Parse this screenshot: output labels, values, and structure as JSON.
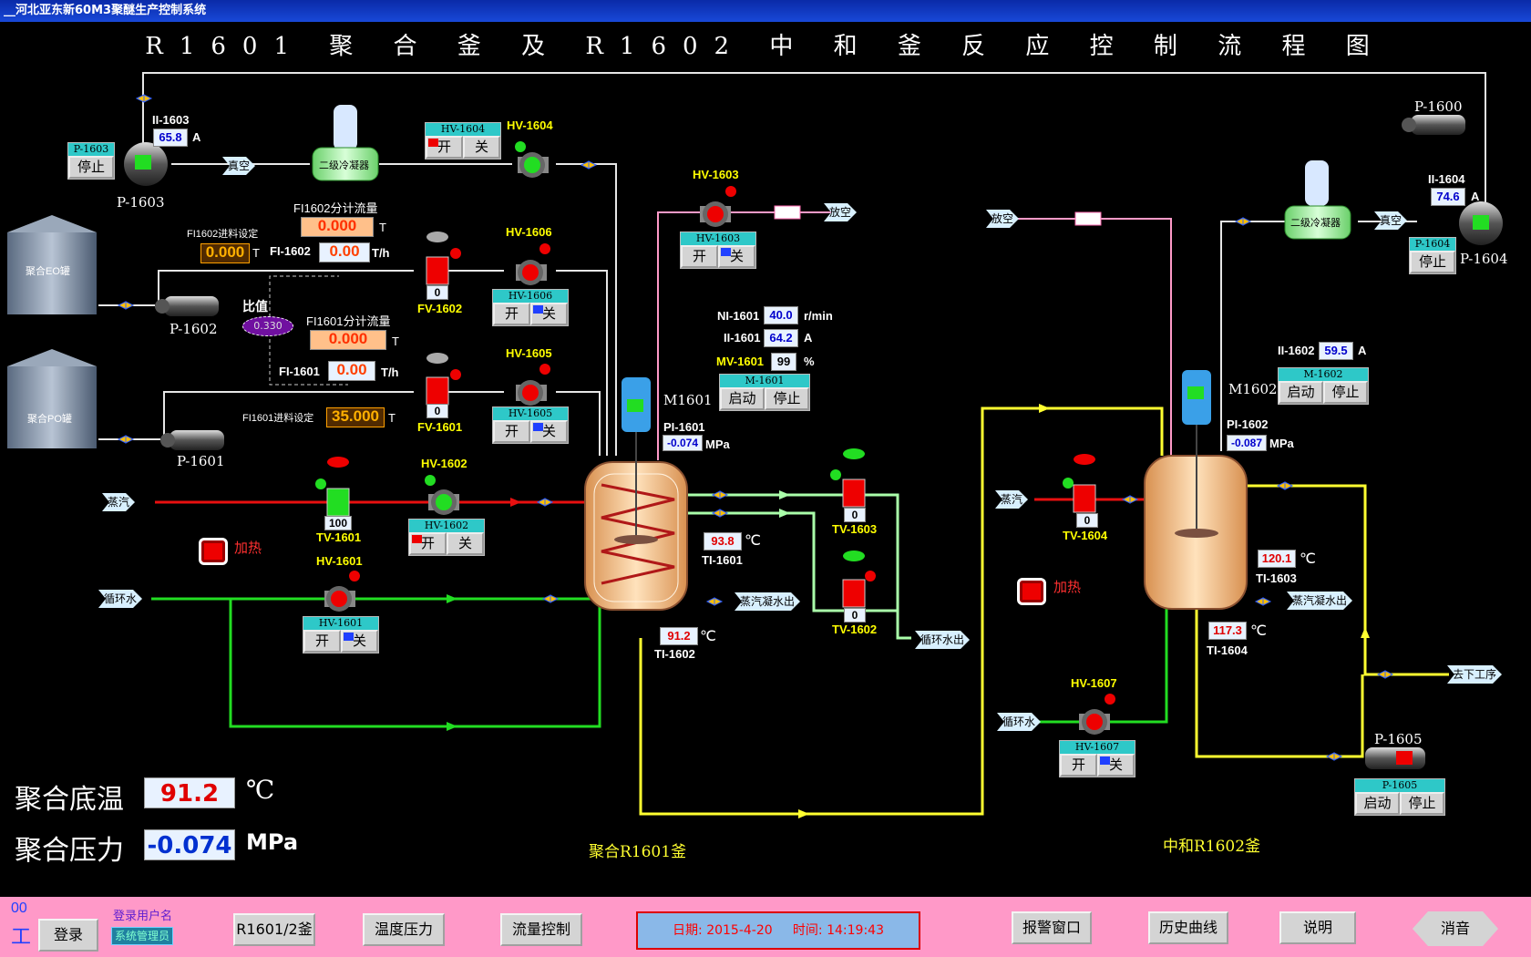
{
  "window": {
    "title": "__河北亚东新60M3聚醚生产控制系统"
  },
  "main_title": "R1601 聚 合 釜 及 R1602 中 和 釜 反 应 控 制 流 程 图",
  "tags": {
    "vacuum": "真空",
    "vent": "放空",
    "steam": "蒸汽",
    "cooling_water": "循环水",
    "condensate_out": "蒸汽凝水出",
    "cooling_out": "循环水出",
    "to_next": "去下工序",
    "condenser": "二级冷凝器"
  },
  "silos": {
    "eo": "聚合EO罐",
    "po": "聚合PO罐"
  },
  "pumps": {
    "p1603": {
      "label": "P-1603",
      "header": "P-1603",
      "btn": "停止",
      "current_tag": "II-1603",
      "current": "65.8",
      "unit": "A"
    },
    "p1604": {
      "label": "P-1604",
      "header": "P-1604",
      "btn": "停止",
      "current_tag": "II-1604",
      "current": "74.6",
      "unit": "A"
    },
    "p1602": {
      "label": "P-1602"
    },
    "p1601": {
      "label": "P-1601"
    },
    "p1600": {
      "label": "P-1600"
    },
    "p1605": {
      "label": "P-1605",
      "header": "P-1605",
      "start": "启动",
      "stop": "停止"
    }
  },
  "flows": {
    "fi1602_total_label": "FI1602分计流量",
    "fi1602_total": "0.000",
    "fi1602_total_unit": "T",
    "fi1602_set_label": "FI1602进料设定",
    "fi1602_set": "0.000",
    "fi1602_set_unit": "T",
    "fi1602_tag": "FI-1602",
    "fi1602": "0.00",
    "fi1602_unit": "T/h",
    "fi1601_total_label": "FI1601分计流量",
    "fi1601_total": "0.000",
    "fi1601_total_unit": "T",
    "fi1601_set_label": "FI1601进料设定",
    "fi1601_set": "35.000",
    "fi1601_set_unit": "T",
    "fi1601_tag": "FI-1601",
    "fi1601": "0.00",
    "fi1601_unit": "T/h",
    "ratio_label": "比值",
    "ratio": "0.330"
  },
  "valves": {
    "hv1604": {
      "tag": "HV-1604",
      "open": "开",
      "close": "关"
    },
    "hv1603": {
      "tag": "HV-1603",
      "open": "开",
      "close": "关"
    },
    "hv1606": {
      "tag": "HV-1606",
      "open": "开",
      "close": "关"
    },
    "hv1605": {
      "tag": "HV-1605",
      "open": "开",
      "close": "关"
    },
    "hv1602": {
      "tag": "HV-1602",
      "open": "开",
      "close": "关"
    },
    "hv1601": {
      "tag": "HV-1601",
      "open": "开",
      "close": "关"
    },
    "hv1607": {
      "tag": "HV-1607",
      "open": "开",
      "close": "关"
    },
    "fv1602": {
      "tag": "FV-1602",
      "value": "0"
    },
    "fv1601": {
      "tag": "FV-1601",
      "value": "0"
    },
    "tv1601": {
      "tag": "TV-1601",
      "value": "100"
    },
    "tv1603": {
      "tag": "TV-1603",
      "value": "0"
    },
    "tv1602": {
      "tag": "TV-1602",
      "value": "0"
    },
    "tv1604": {
      "tag": "TV-1604",
      "value": "0"
    }
  },
  "r1601": {
    "name": "聚合R1601釜",
    "motor": "M1601",
    "motor_header": "M-1601",
    "start": "启动",
    "stop": "停止",
    "ni_tag": "NI-1601",
    "ni": "40.0",
    "ni_unit": "r/min",
    "ii_tag": "II-1601",
    "ii": "64.2",
    "ii_unit": "A",
    "mv_tag": "MV-1601",
    "mv": "99",
    "mv_unit": "%",
    "pi_tag": "PI-1601",
    "pi": "-0.074",
    "pi_unit": "MPa",
    "ti1601_tag": "TI-1601",
    "ti1601": "93.8",
    "ti_unit": "℃",
    "ti1602_tag": "TI-1602",
    "ti1602": "91.2",
    "heat": "加热"
  },
  "r1602": {
    "name": "中和R1602釜",
    "motor": "M1602",
    "motor_header": "M-1602",
    "start": "启动",
    "stop": "停止",
    "ii_tag": "II-1602",
    "ii": "59.5",
    "ii_unit": "A",
    "pi_tag": "PI-1602",
    "pi": "-0.087",
    "pi_unit": "MPa",
    "ti1603_tag": "TI-1603",
    "ti1603": "120.1",
    "ti_unit": "℃",
    "ti1604_tag": "TI-1604",
    "ti1604": "117.3",
    "heat": "加热"
  },
  "summary": {
    "temp_label": "聚合底温",
    "temp": "91.2",
    "temp_unit": "℃",
    "press_label": "聚合压力",
    "press": "-0.074",
    "press_unit": "MPa"
  },
  "bottom": {
    "logo": "00",
    "logo2": "工",
    "login": "登录",
    "user_label": "登录用户名",
    "user": "系统管理员",
    "nav": [
      "R1601/2釜",
      "温度压力",
      "流量控制"
    ],
    "date_label": "日期:",
    "date": "2015-4-20",
    "time_label": "时间:",
    "time": "14:19:43",
    "alarm": "报警窗口",
    "history": "历史曲线",
    "help": "说明",
    "mute": "消音"
  },
  "colors": {
    "steam": "#e81010",
    "water": "#22dd22",
    "yellow": "#ffff30",
    "white_pipe": "#e6e6e6",
    "pink": "#ff9ac8",
    "vessel": "#f8c890"
  }
}
